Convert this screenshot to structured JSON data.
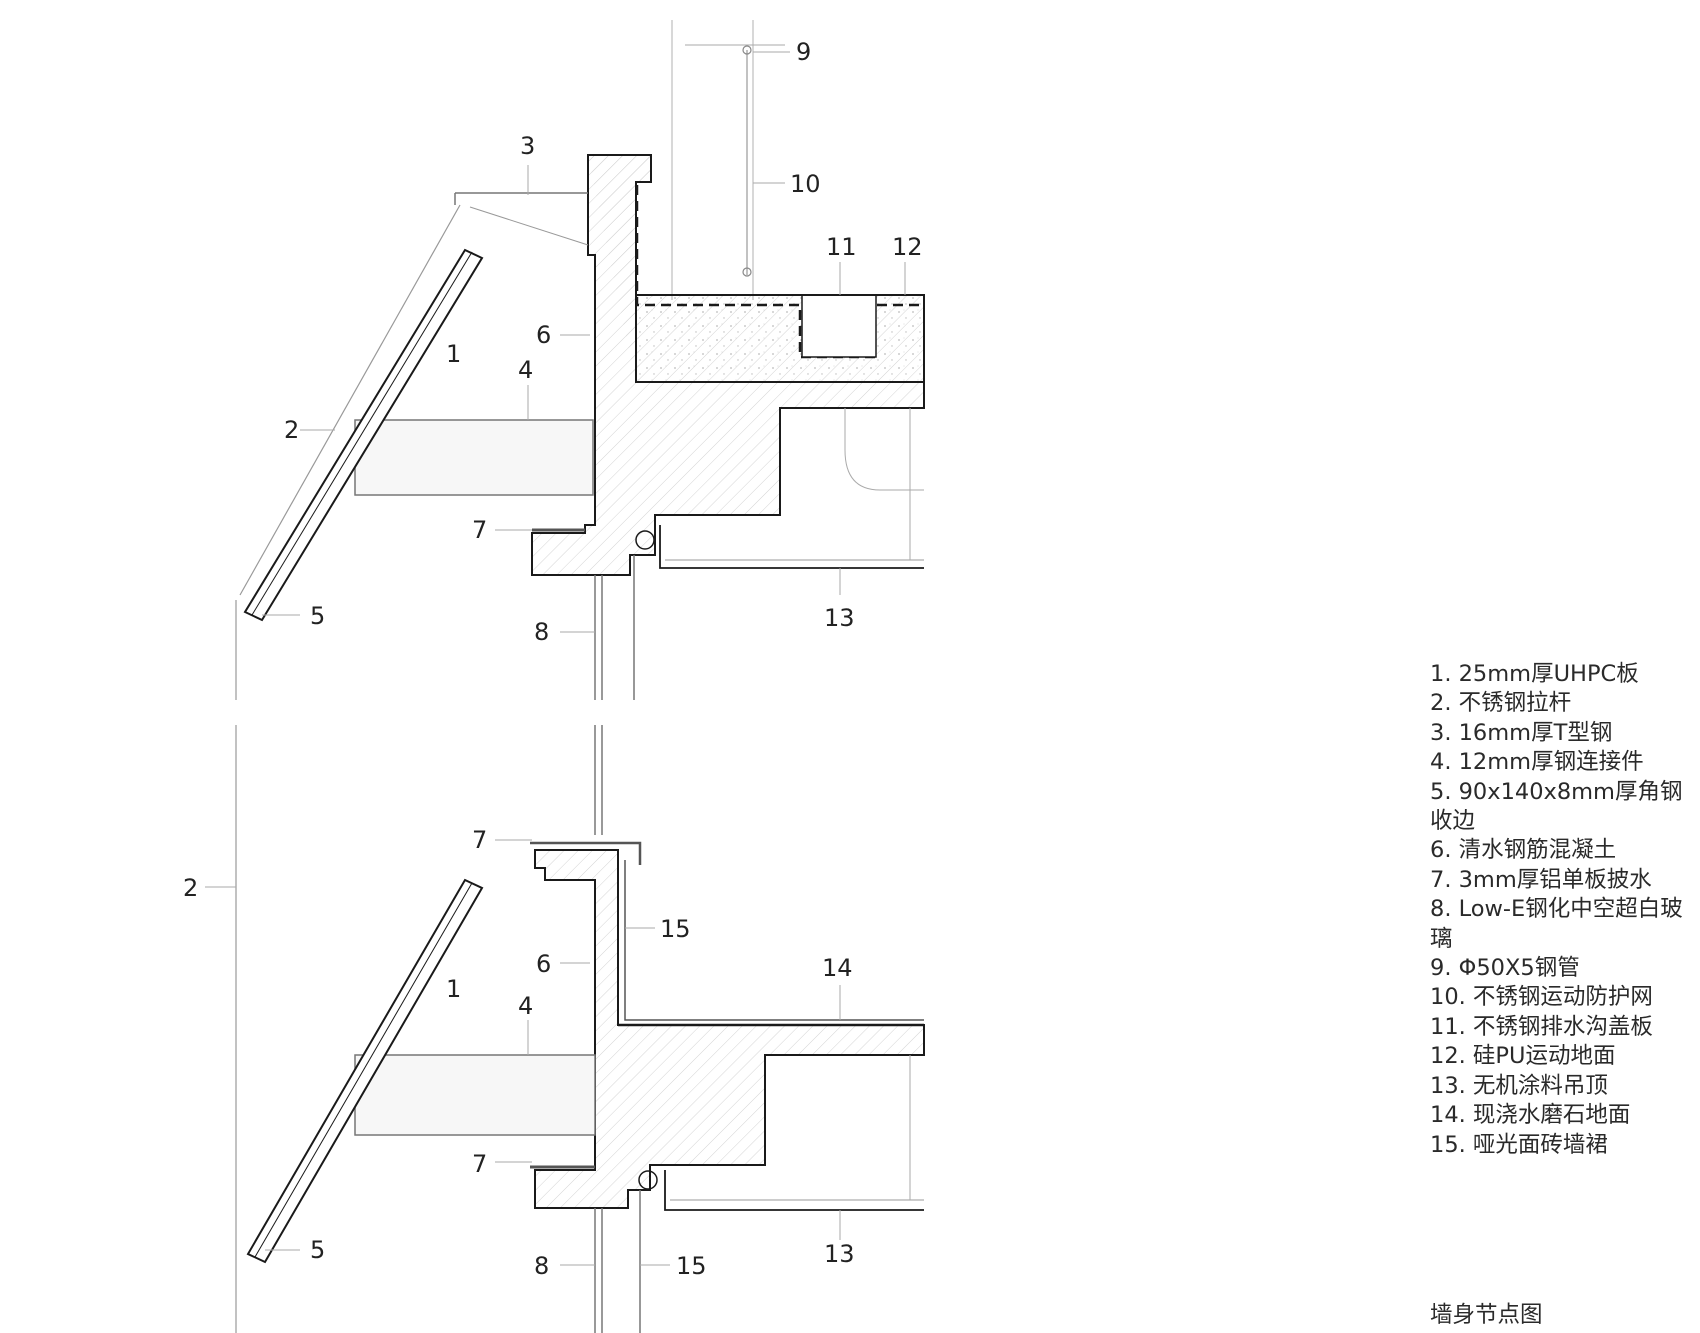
{
  "callouts_top": [
    {
      "id": "9",
      "text": "9"
    },
    {
      "id": "10",
      "text": "10"
    },
    {
      "id": "3",
      "text": "3"
    },
    {
      "id": "11",
      "text": "11"
    },
    {
      "id": "12",
      "text": "12"
    },
    {
      "id": "6",
      "text": "6"
    },
    {
      "id": "1",
      "text": "1"
    },
    {
      "id": "4",
      "text": "4"
    },
    {
      "id": "2",
      "text": "2"
    },
    {
      "id": "7",
      "text": "7"
    },
    {
      "id": "5",
      "text": "5"
    },
    {
      "id": "8",
      "text": "8"
    },
    {
      "id": "13",
      "text": "13"
    }
  ],
  "callouts_bottom": [
    {
      "id": "7a",
      "text": "7"
    },
    {
      "id": "2",
      "text": "2"
    },
    {
      "id": "15a",
      "text": "15"
    },
    {
      "id": "6",
      "text": "6"
    },
    {
      "id": "14",
      "text": "14"
    },
    {
      "id": "1",
      "text": "1"
    },
    {
      "id": "4",
      "text": "4"
    },
    {
      "id": "7b",
      "text": "7"
    },
    {
      "id": "5",
      "text": "5"
    },
    {
      "id": "8",
      "text": "8"
    },
    {
      "id": "15b",
      "text": "15"
    },
    {
      "id": "13",
      "text": "13"
    }
  ],
  "legend": [
    "1. 25mm厚UHPC板",
    "2. 不锈钢拉杆",
    "3. 16mm厚T型钢",
    "4. 12mm厚钢连接件",
    "5. 90x140x8mm厚角钢收边",
    "6. 清水钢筋混凝土",
    "7. 3mm厚铝单板披水",
    "8. Low-E钢化中空超白玻璃",
    "9. Φ50X5钢管",
    "10. 不锈钢运动防护网",
    "11. 不锈钢排水沟盖板",
    "12. 硅PU运动地面",
    "13. 无机涂料吊顶",
    "14. 现浇水磨石地面",
    "15. 哑光面砖墙裙"
  ],
  "caption": "墙身节点图",
  "colors": {
    "line": "#1a1a1a",
    "thin": "#9a9a9a",
    "hatch": "#cfcfcf"
  }
}
